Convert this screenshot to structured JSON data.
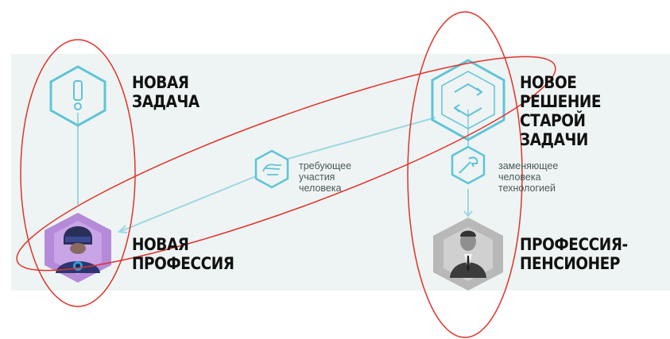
{
  "diagram": {
    "new_task": {
      "title": "НОВАЯ\nЗАДАЧА",
      "icon": "exclamation-icon"
    },
    "new_solution": {
      "title": "НОВОЕ РЕШЕНИЕ\nСТАРОЙ ЗАДАЧИ",
      "icon": "refresh-cycle-icon"
    },
    "new_profession": {
      "title": "НОВАЯ\nПРОФЕССИЯ",
      "icon": "robot-worker-avatar"
    },
    "pensioner_profession": {
      "title": "ПРОФЕССИЯ-\nПЕНСИОНЕР",
      "icon": "businessman-avatar"
    },
    "human_participation": {
      "caption": "требующее\nучастия\nчеловека",
      "icon": "hand-icon"
    },
    "human_replacement": {
      "caption": "заменяющее\nчеловека\nтехнологией",
      "icon": "wrench-icon"
    }
  },
  "colors": {
    "panel_bg": "#eef4f3",
    "hex_stroke": "#5fc4d8",
    "connector": "#9ed7e3",
    "annotation": "#e0332c",
    "robot_bg": "#b58ad8",
    "person_bg": "#b8b8b8"
  }
}
